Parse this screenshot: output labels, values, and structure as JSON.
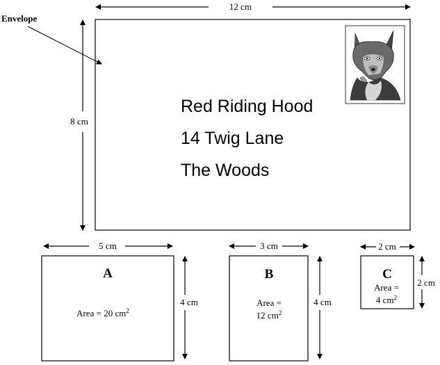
{
  "envelope": {
    "label": "Envelope",
    "width_label": "12 cm",
    "height_label": "8 cm",
    "stamp_icon": "wolf-stamp-icon",
    "address": [
      "Red Riding Hood",
      "14 Twig Lane",
      "The Woods"
    ]
  },
  "cards": [
    {
      "letter": "A",
      "width_label": "5 cm",
      "height_label": "4 cm",
      "area_lines": [
        "Area = 20 cm"
      ],
      "area_unit_sup": "2"
    },
    {
      "letter": "B",
      "width_label": "3 cm",
      "height_label": "4 cm",
      "area_lines": [
        "Area =",
        "12 cm"
      ],
      "area_unit_sup": "2"
    },
    {
      "letter": "C",
      "width_label": "2 cm",
      "height_label": "2 cm",
      "area_lines": [
        "Area =",
        "4 cm"
      ],
      "area_unit_sup": "2"
    }
  ]
}
